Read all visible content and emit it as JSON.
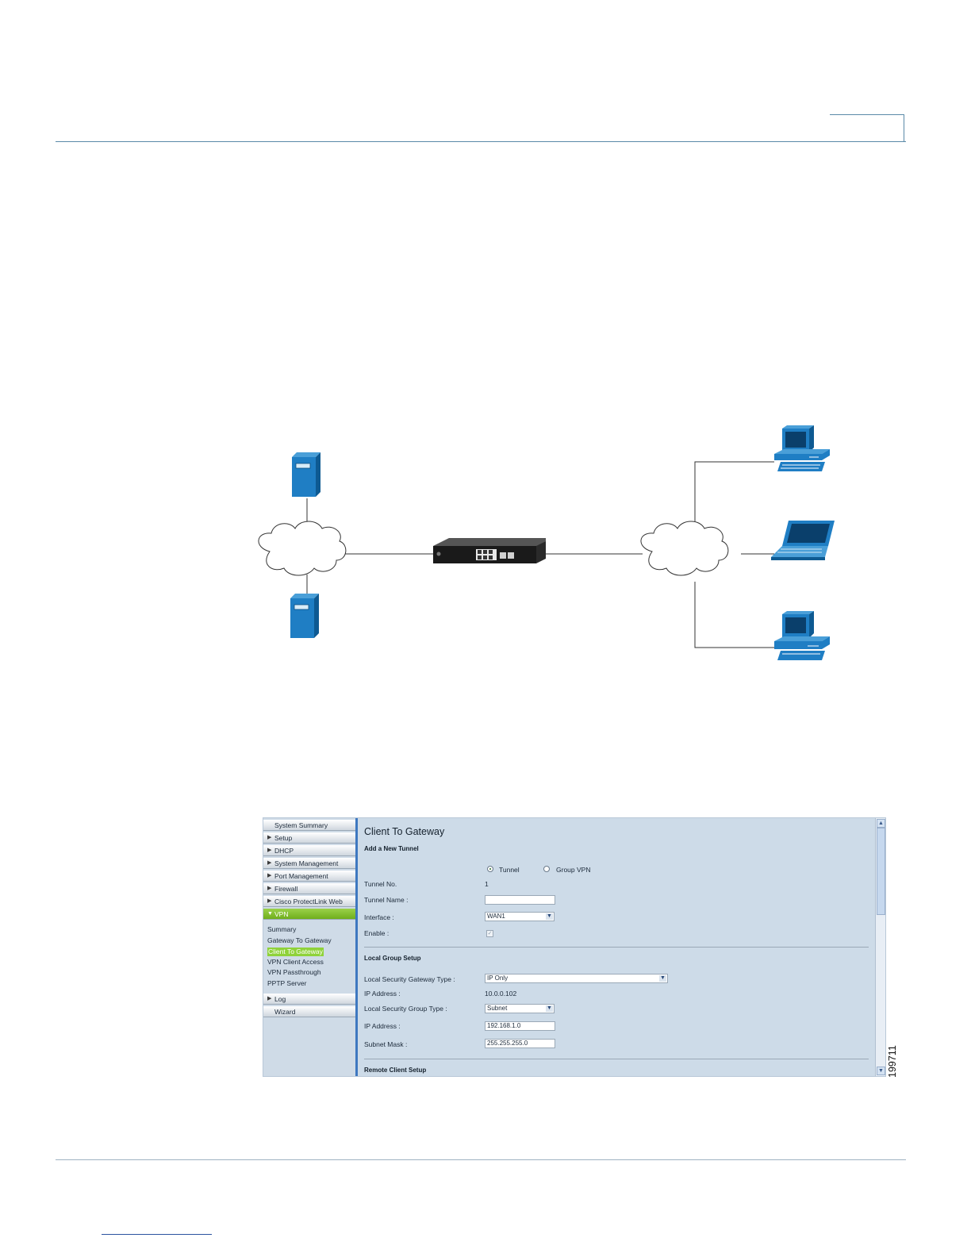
{
  "figure_number": "199711",
  "screenshot": {
    "sidebar": {
      "items": [
        {
          "label": "System Summary",
          "arrow": ""
        },
        {
          "label": "Setup",
          "arrow": "▶"
        },
        {
          "label": "DHCP",
          "arrow": "▶"
        },
        {
          "label": "System Management",
          "arrow": "▶"
        },
        {
          "label": "Port Management",
          "arrow": "▶"
        },
        {
          "label": "Firewall",
          "arrow": "▶"
        },
        {
          "label": "Cisco ProtectLink Web",
          "arrow": "▶"
        },
        {
          "label": "VPN",
          "arrow": "▼"
        }
      ],
      "sub_items": [
        "Summary",
        "Gateway To Gateway",
        "Client To Gateway",
        "VPN Client Access",
        "VPN Passthrough",
        "PPTP Server"
      ],
      "bottom_items": [
        {
          "label": "Log",
          "arrow": "▶"
        },
        {
          "label": "Wizard",
          "arrow": ""
        }
      ]
    },
    "title": "Client To Gateway",
    "section_add": "Add a New Tunnel",
    "radio_tunnel": "Tunnel",
    "radio_group": "Group VPN",
    "tunnel_no_label": "Tunnel No.",
    "tunnel_no_value": "1",
    "tunnel_name_label": "Tunnel Name :",
    "tunnel_name_value": "",
    "interface_label": "Interface :",
    "interface_value": "WAN1",
    "enable_label": "Enable :",
    "section_local": "Local Group Setup",
    "lsg_type_label": "Local Security Gateway Type :",
    "lsg_type_value": "IP Only",
    "ip_label": "IP Address :",
    "ip_value": "10.0.0.102",
    "lsgroup_type_label": "Local Security Group Type :",
    "lsgroup_type_value": "Subnet",
    "ip2_label": "IP Address :",
    "ip2_value": "192.168.1.0",
    "mask_label": "Subnet Mask :",
    "mask_value": "255.255.255.0",
    "section_remote": "Remote Client Setup"
  }
}
